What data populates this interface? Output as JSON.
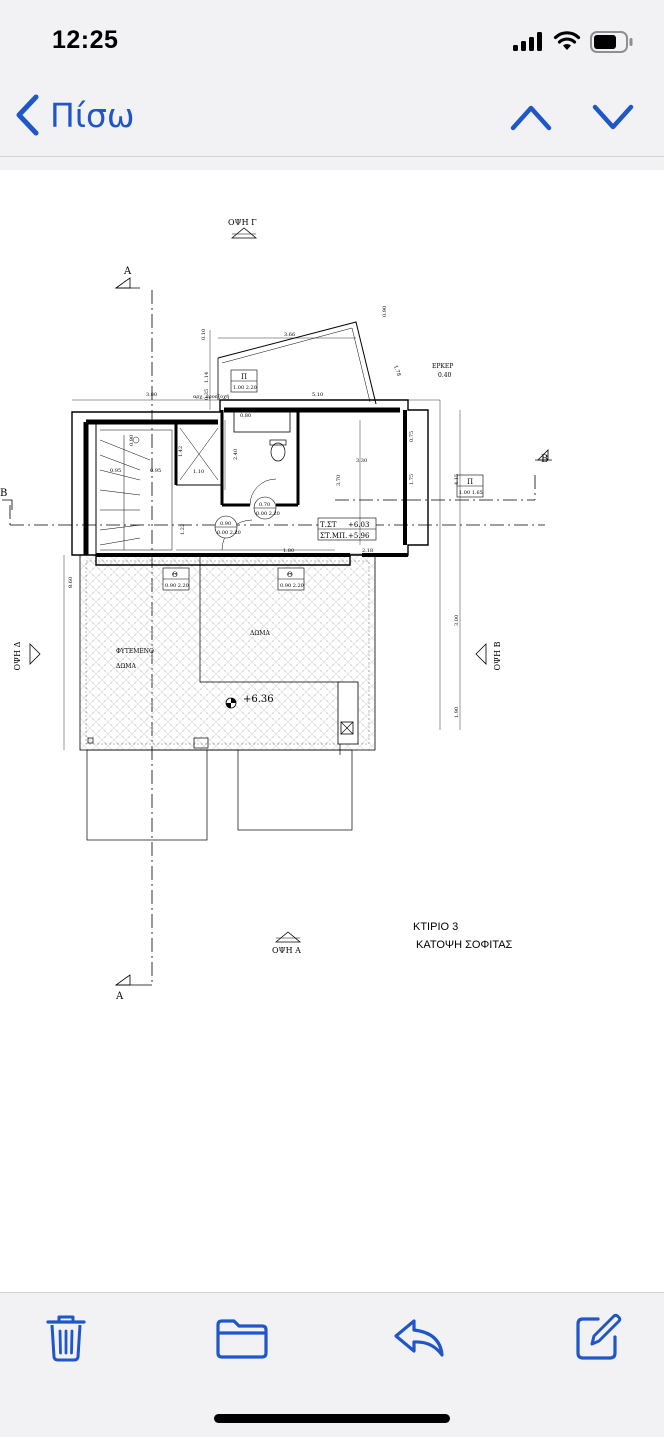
{
  "status_bar": {
    "time": "12:25"
  },
  "nav": {
    "back_label": "Πίσω"
  },
  "drawing": {
    "elevation_top": "ΟΨΗ Γ",
    "elevation_bottom": "ΟΨΗ Α",
    "elevation_left": "ΟΨΗ Δ",
    "elevation_right": "ΟΨΗ Β",
    "section_a_top": "Α",
    "section_a_bottom": "Α",
    "section_b_left": "Β",
    "section_b_right": "Β",
    "erker_label": "ΕΡΚΕΡ",
    "erker_dim": "0.40",
    "arch_projection": "αρχ. προεξοχή",
    "window_p_label": "Π",
    "window_p_left_dims": "1.00 2.20",
    "window_p_right_dims": "1.00 1.65",
    "door_theta_label": "Θ",
    "door_theta_dims": "0.90 2.20",
    "bath_door_dims": "0.70",
    "bath_door_sub": "0.00 2.20",
    "hall_door_dims": "0.90",
    "hall_door_sub": "0.00 2.20",
    "level_ts": "Τ.ΣΤ",
    "level_ts_value": "+6.03",
    "level_stmp": "ΣΤ.ΜΠ.",
    "level_stmp_value": "+5.96",
    "roof_label": "ΔΩΜΑ",
    "green_roof_label_1": "ΦΥΤΕΜΕΝΟ",
    "green_roof_label_2": "ΔΩΜΑ",
    "roof_level": "+6.36",
    "dims": {
      "top_366": "3.66",
      "top_380": "3.80",
      "top_510": "5.10",
      "vert_010": "0.10",
      "vert_114": "1.14",
      "vert_035": "0.35",
      "stair_090": "0.90",
      "stair_095": "0.95",
      "stair_095b": "0.95",
      "hall_142": "1.42",
      "hall_110": "1.10",
      "bath_240": "2.40",
      "bath_080": "0.80",
      "room_330": "3.30",
      "room_370": "3.70",
      "right_075": "0.75",
      "right_175": "1.75",
      "right_415": "4.15",
      "hall_180": "1.80",
      "hall_218": "2.18",
      "left_122": "1.22",
      "left_860": "8.60",
      "right_300": "3.00",
      "right_190": "1.90",
      "top_angle_1": "0.90",
      "top_angle_2": "1.78"
    },
    "caption_line1": "ΚΤΙΡΙΟ 3",
    "caption_line2": "ΚΑΤΟΨΗ ΣΟΦΙΤΑΣ"
  },
  "colors": {
    "accent": "#1f57c9",
    "background": "#f2f2f4",
    "paper": "#ffffff"
  },
  "toolbar": {
    "delete_icon": "trash-icon",
    "move_icon": "folder-icon",
    "reply_icon": "reply-icon",
    "compose_icon": "compose-icon"
  }
}
